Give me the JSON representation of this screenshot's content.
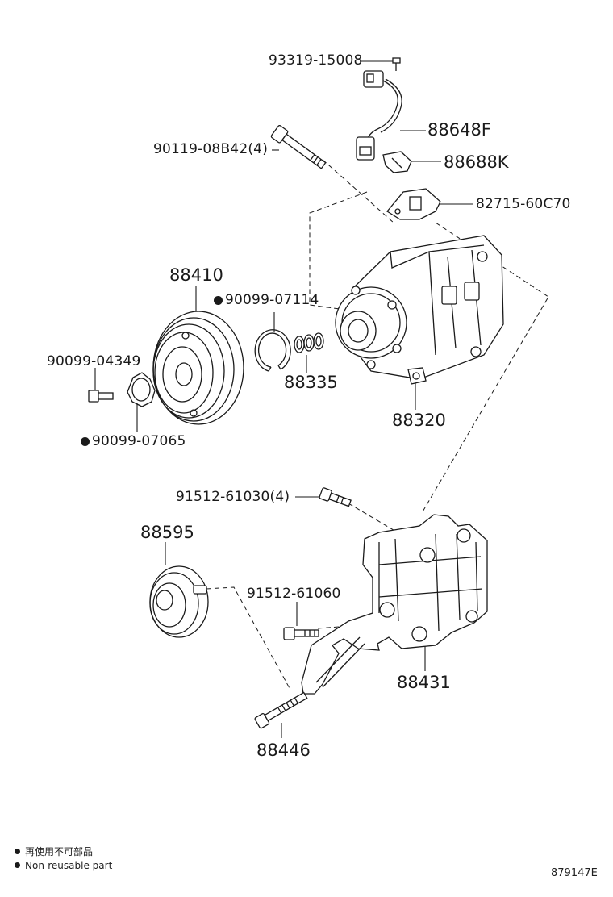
{
  "diagram": {
    "parts": [
      {
        "id": "p1",
        "number": "93319-15008"
      },
      {
        "id": "p2",
        "number": "88648F"
      },
      {
        "id": "p3",
        "number": "90119-08B42(4)"
      },
      {
        "id": "p4",
        "number": "88688K"
      },
      {
        "id": "p5",
        "number": "82715-60C70"
      },
      {
        "id": "p6",
        "number": "88410"
      },
      {
        "id": "p7",
        "number": "90099-07114",
        "non_reusable": true
      },
      {
        "id": "p8",
        "number": "90099-04349"
      },
      {
        "id": "p9",
        "number": "88335"
      },
      {
        "id": "p10",
        "number": "88320"
      },
      {
        "id": "p11",
        "number": "90099-07065",
        "non_reusable": true
      },
      {
        "id": "p12",
        "number": "91512-61030(4)"
      },
      {
        "id": "p13",
        "number": "88595"
      },
      {
        "id": "p14",
        "number": "91512-61060"
      },
      {
        "id": "p15",
        "number": "88431"
      },
      {
        "id": "p16",
        "number": "88446"
      }
    ],
    "legend": {
      "line_jp": "再使用不可部品",
      "line_en": "Non-reusable part"
    },
    "figure_code": "879147E"
  }
}
